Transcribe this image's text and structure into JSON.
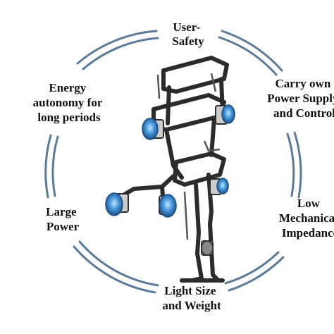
{
  "diagram": {
    "requirements": [
      {
        "lines": [
          "User-",
          "Safety"
        ]
      },
      {
        "lines": [
          "Carry own",
          "Power Supply",
          "and Control"
        ]
      },
      {
        "lines": [
          "Low",
          "Mechanical",
          "Impedance"
        ]
      },
      {
        "lines": [
          "Light Size",
          "and Weight"
        ]
      },
      {
        "lines": [
          "Large",
          "Power"
        ]
      },
      {
        "lines": [
          "Energy",
          "autonomy for",
          "long periods"
        ]
      }
    ]
  },
  "colors": {
    "ring": "#5b7a99",
    "text": "#111111",
    "frame": "#2b2b2b",
    "motor": "#3d8fd6"
  },
  "icons": {
    "center": "exoskeleton-robot-illustration"
  }
}
